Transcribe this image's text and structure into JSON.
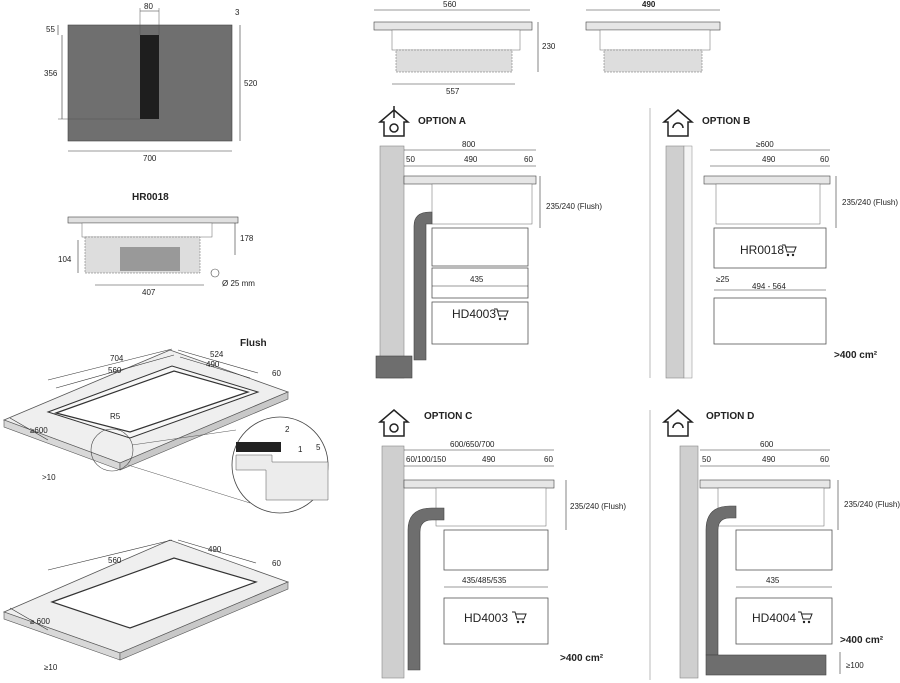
{
  "top_view": {
    "d80": "80",
    "d3": "3",
    "d55": "55",
    "d356": "356",
    "d520": "520",
    "d700": "700"
  },
  "hr0018": {
    "title": "HR0018",
    "d178": "178",
    "d104": "104",
    "d407": "407",
    "pipe": "Ø 25 mm"
  },
  "flush_cut": {
    "title": "Flush",
    "d704": "704",
    "d524": "524",
    "d560": "560",
    "d490": "490",
    "d60": "60",
    "r5": "R5",
    "d600": "≥600",
    "d10": ">10",
    "d2": "2",
    "d1": "1",
    "d5": "5"
  },
  "normal_cut": {
    "d560": "560",
    "d490": "490",
    "d60": "60",
    "d600": "≥ 600",
    "d10": "≥10"
  },
  "side_view_a": {
    "d560": "560",
    "d230": "230",
    "d557": "557"
  },
  "side_view_b": {
    "d490": "490"
  },
  "option_a": {
    "title": "OPTION A",
    "d800": "800",
    "d50": "50",
    "d490": "490",
    "d60": "60",
    "flush": "235/240 (Flush)",
    "d435": "435",
    "product": "HD4003"
  },
  "option_b": {
    "title": "OPTION B",
    "d600": "≥600",
    "d490": "490",
    "d60": "60",
    "flush": "235/240 (Flush)",
    "product": "HR0018",
    "d25": "≥25",
    "range": "494 - 564",
    "vent": ">400 cm²"
  },
  "option_c": {
    "title": "OPTION C",
    "width": "600/650/700",
    "side": "60/100/150",
    "d490": "490",
    "d60": "60",
    "flush": "235/240 (Flush)",
    "depth": "435/485/535",
    "product": "HD4003",
    "vent": ">400 cm²"
  },
  "option_d": {
    "title": "OPTION D",
    "d600": "600",
    "d50": "50",
    "d490": "490",
    "d60": "60",
    "flush": "235/240 (Flush)",
    "d435": "435",
    "product": "HD4004",
    "vent": ">400 cm²",
    "d100": "≥100"
  },
  "icons": [
    "house-extraction-icon",
    "house-recirculation-icon",
    "cart-icon"
  ]
}
